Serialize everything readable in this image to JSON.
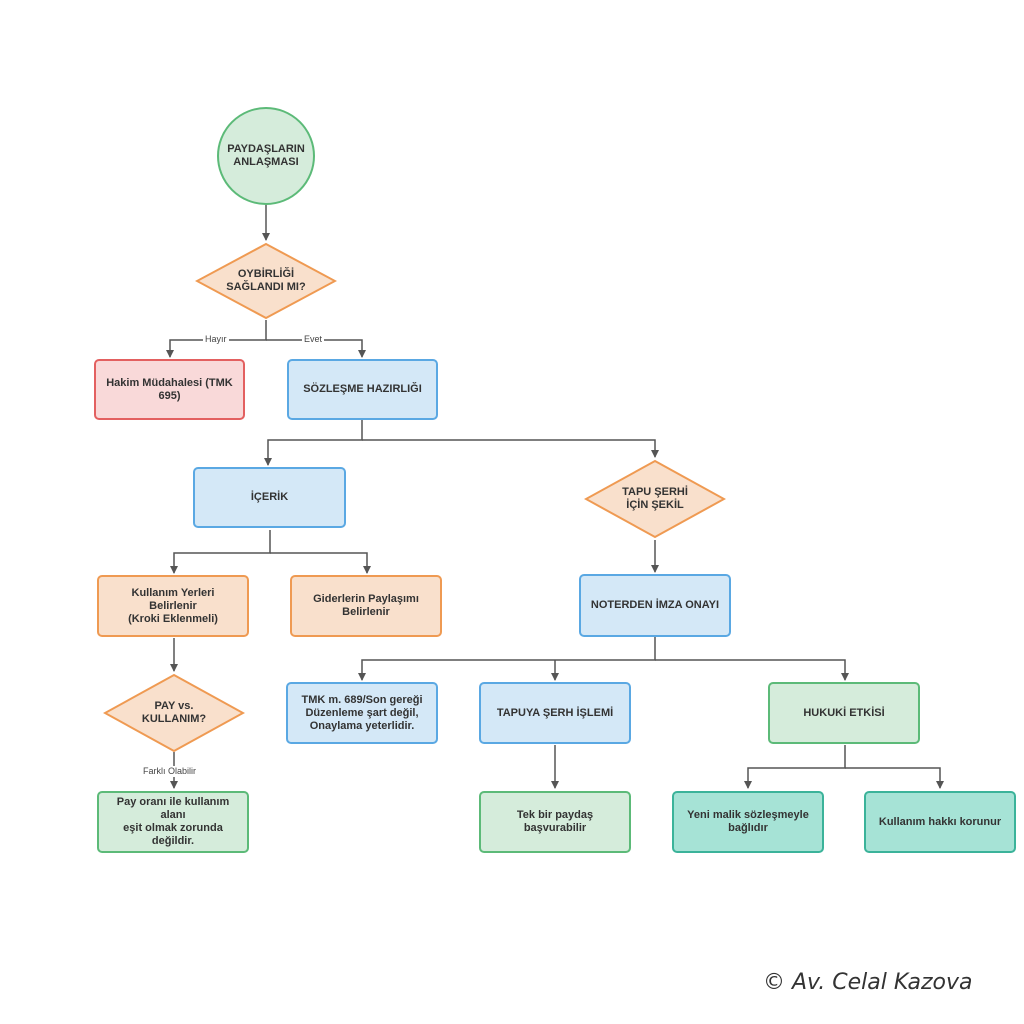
{
  "colors": {
    "green_fill": "#d5ecdb",
    "green_border": "#5cba78",
    "orange_fill": "#f9e0cc",
    "orange_border": "#ef9a52",
    "red_fill": "#f9d9d9",
    "red_border": "#e36060",
    "blue_fill": "#d4e8f7",
    "blue_border": "#5aa8e3",
    "teal_fill": "#a6e3d6",
    "teal_border": "#3bb39a",
    "edge": "#555555"
  },
  "nodes": {
    "start": "PAYDAŞLARIN\nANLAŞMASI",
    "unanimity": "OYBİRLİĞİ\nSAĞLANDI MI?",
    "court": "Hakim Müdahalesi (TMK\n695)",
    "contract_prep": "SÖZLEŞME HAZIRLIĞI",
    "content": "İÇERİK",
    "usage_areas": "Kullanım Yerleri Belirlenir\n(Kroki Eklenmeli)",
    "expenses": "Giderlerin Paylaşımı\nBelirlenir",
    "share_vs_usage": "PAY vs.\nKULLANIM?",
    "share_note": "Pay oranı ile kullanım alanı\neşit olmak zorunda\ndeğildir.",
    "registry_form": "TAPU ŞERHİ\nİÇİN ŞEKİL",
    "notary": "NOTERDEN İMZA ONAYI",
    "tmk_note": "TMK m. 689/Son gereği\nDüzenleme şart değil,\nOnaylama yeterlidir.",
    "registry_annotation": "TAPUYA ŞERH İŞLEMİ",
    "legal_effect": "HUKUKİ ETKİSİ",
    "single_owner": "Tek bir paydaş başvurabilir",
    "new_owner": "Yeni malik sözleşmeyle\nbağlıdır",
    "usage_protected": "Kullanım hakkı korunur"
  },
  "edge_labels": {
    "no": "Hayır",
    "yes": "Evet",
    "may_differ": "Farklı Olabilir"
  },
  "copyright": "© Av. Celal Kazova"
}
